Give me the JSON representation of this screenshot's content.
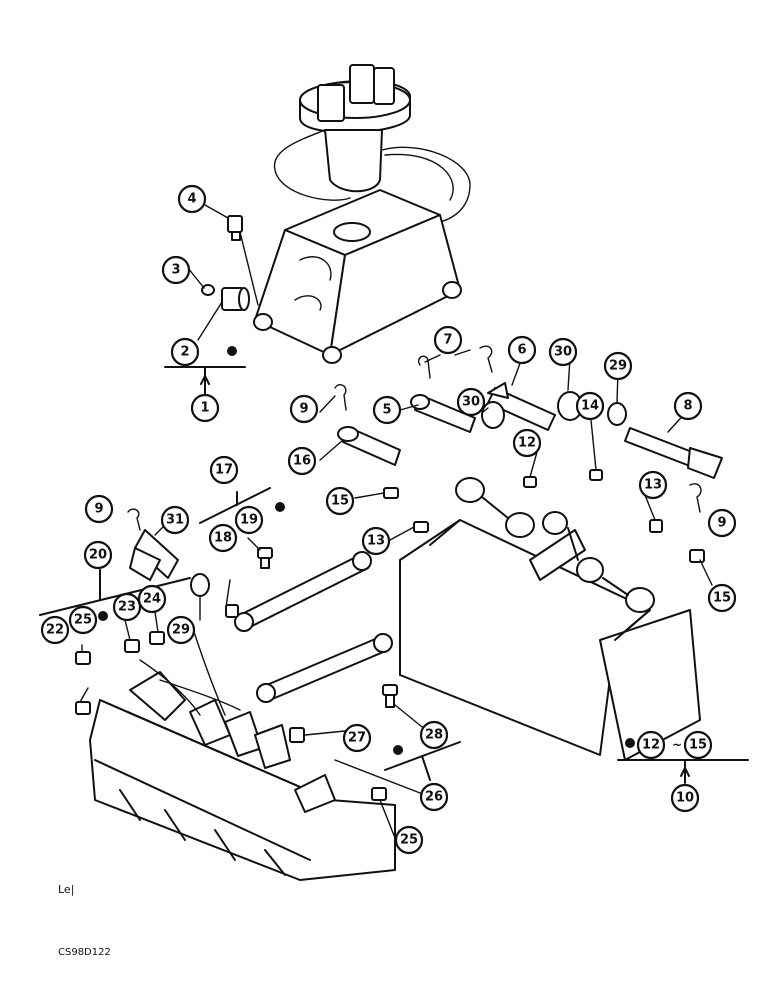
{
  "diagram": {
    "image_code": "CS98D122",
    "corner_mark": "Le|",
    "range_label": {
      "from": "12",
      "symbol": "~",
      "to": "15"
    },
    "callouts": [
      "1",
      "2",
      "3",
      "4",
      "5",
      "6",
      "7",
      "8",
      "9",
      "9",
      "9",
      "10",
      "12",
      "13",
      "13",
      "14",
      "15",
      "15",
      "16",
      "17",
      "18",
      "19",
      "20",
      "22",
      "23",
      "24",
      "25",
      "25",
      "26",
      "27",
      "28",
      "29",
      "29",
      "30",
      "30",
      "31"
    ]
  }
}
